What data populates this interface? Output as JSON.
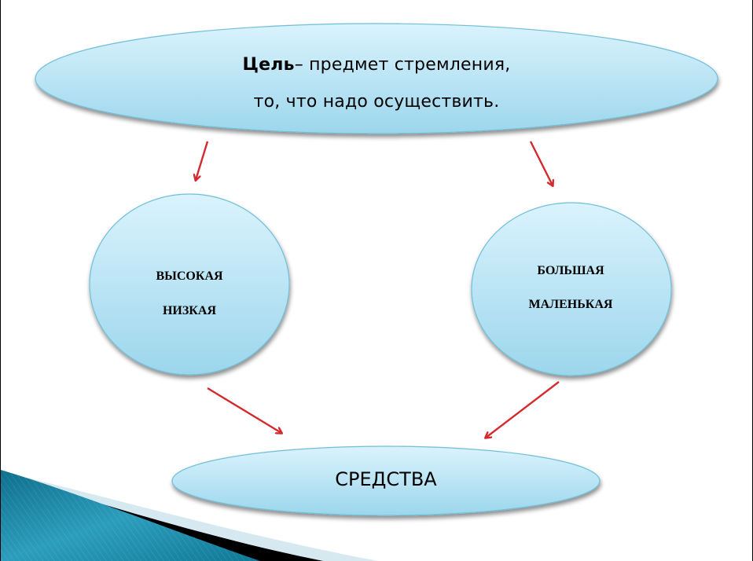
{
  "slide": {
    "background": "#ffffff",
    "shape_fill_top": "#d6f1fc",
    "shape_fill_bottom": "#9fd8ee",
    "shape_stroke": "#6fbfd8",
    "arrow_color": "#d42a2f",
    "accent_teal": "#1a86a6"
  },
  "goal": {
    "term": "Цель",
    "definition_line1": "– предмет стремления,",
    "definition_line2": "то, что надо  осуществить."
  },
  "left_circle": {
    "line1": "ВЫСОКАЯ",
    "line2": "НИЗКАЯ"
  },
  "right_circle": {
    "line1": "БОЛЬШАЯ",
    "line2": "МАЛЕНЬКАЯ"
  },
  "means": {
    "label": "СРЕДСТВА"
  },
  "arrows": [
    {
      "from": "goal",
      "to": "left_circle"
    },
    {
      "from": "goal",
      "to": "right_circle"
    },
    {
      "from": "left_circle",
      "to": "means"
    },
    {
      "from": "right_circle",
      "to": "means"
    }
  ]
}
